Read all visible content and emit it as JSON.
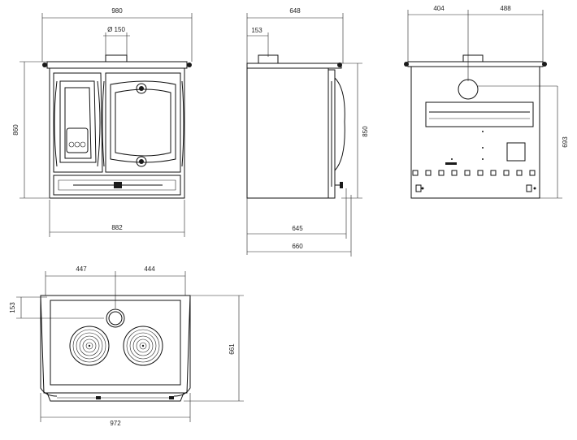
{
  "views": {
    "front": {
      "width_top": "980",
      "flue_diameter": "Ø 150",
      "height": "860",
      "width_bottom": "882"
    },
    "side": {
      "depth_top": "648",
      "flue_offset": "153",
      "height": "850",
      "depth_inner": "645",
      "depth_total": "660"
    },
    "rear": {
      "left_offset": "404",
      "right_offset": "488",
      "flue_height": "693"
    },
    "top": {
      "left_span": "447",
      "right_span": "444",
      "flue_offset": "153",
      "depth": "661",
      "width": "972"
    }
  }
}
